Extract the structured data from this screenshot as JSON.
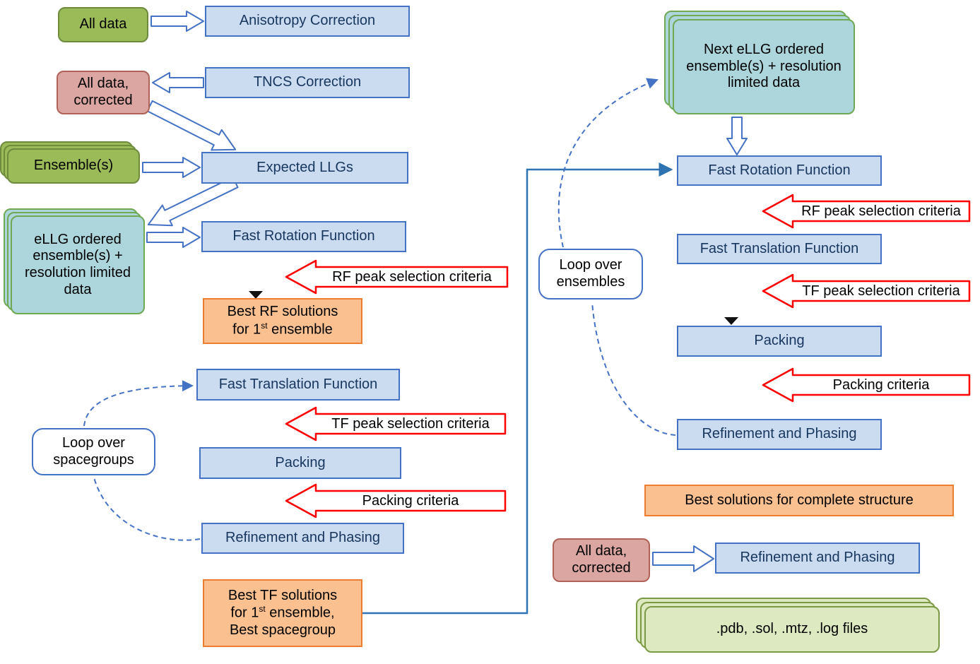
{
  "nodes": {
    "all_data": "All data",
    "anisotropy_correction": "Anisotropy Correction",
    "tncs_correction": "TNCS Correction",
    "all_data_corrected": "All data, corrected",
    "ensembles": "Ensemble(s)",
    "expected_llgs": "Expected LLGs",
    "ellg_ordered_ensembles": "eLLG ordered ensemble(s) + resolution limited data",
    "fast_rotation_function_left": "Fast Rotation Function",
    "best_rf_solutions": {
      "line1": "Best RF solutions",
      "line2_pre": "for 1",
      "line2_sup": "st",
      "line2_post": " ensemble"
    },
    "fast_translation_function_left": "Fast Translation Function",
    "packing_left": "Packing",
    "refinement_left": "Refinement and Phasing",
    "loop_over_spacegroups": "Loop over spacegroups",
    "best_tf_solutions": {
      "line1": "Best TF solutions",
      "line2_pre": "for 1",
      "line2_sup": "st",
      "line2_post": " ensemble,",
      "line3": "Best spacegroup"
    },
    "next_ellg_ensembles": "Next eLLG ordered ensemble(s) + resolution limited data",
    "fast_rotation_function_right": "Fast Rotation Function",
    "fast_translation_function_right": "Fast Translation Function",
    "packing_right": "Packing",
    "refinement_right": "Refinement and Phasing",
    "loop_over_ensembles": "Loop over ensembles",
    "best_solutions_complete": "Best solutions for complete structure",
    "all_data_corrected_final": "All data, corrected",
    "refinement_final": "Refinement and Phasing",
    "output_files": ".pdb, .sol, .mtz, .log files"
  },
  "criteria_labels": {
    "rf_left": "RF peak selection criteria",
    "tf_left": "TF peak selection criteria",
    "packing_left": "Packing criteria",
    "rf_right": "RF peak selection criteria",
    "tf_right": "TF peak selection criteria",
    "packing_right": "Packing criteria"
  },
  "colors": {
    "process_box_fill": "#CBDCF1",
    "process_box_border": "#4472C4",
    "process_text": "#17365D",
    "data_green_fill": "#9BBB59",
    "data_green_border": "#6E8B3D",
    "data_pink_fill": "#DBA6A2",
    "data_pink_border": "#AF6258",
    "ensemble_teal_fill": "#ACD5DC",
    "ensemble_teal_border": "#6FA953",
    "result_orange_fill": "#FAC090",
    "result_orange_border": "#ED7D31",
    "files_green_fill": "#DCE9C1",
    "files_green_border": "#7C9A45",
    "criteria_arrow_border": "#FF0000",
    "flow_arrow_border": "#4472C4",
    "connector_blue": "#2E74B5"
  }
}
